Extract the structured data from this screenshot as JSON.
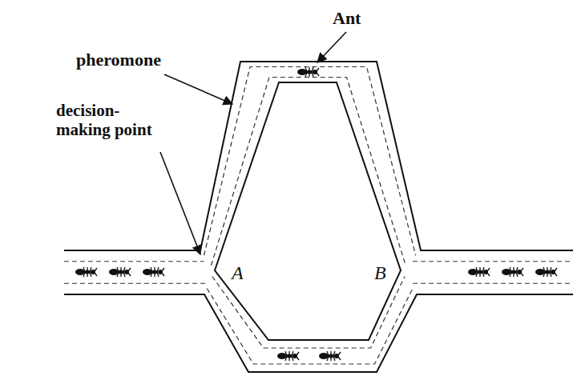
{
  "diagram": {
    "labels": [
      "Ant",
      "pheromone",
      "decision-making point",
      "A",
      "B"
    ]
  }
}
